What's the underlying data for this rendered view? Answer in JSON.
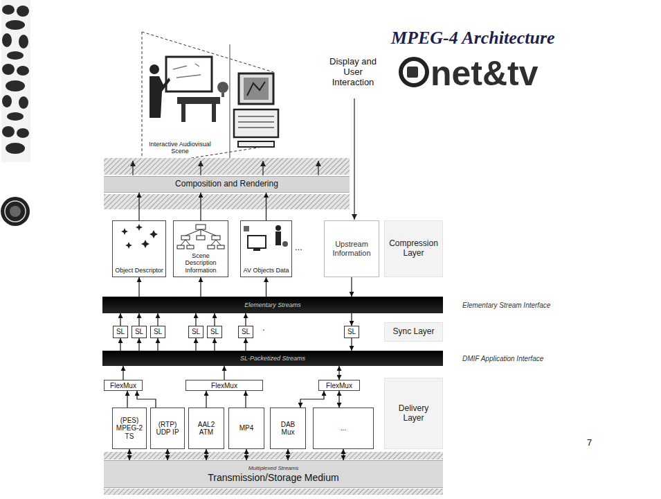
{
  "diagram": {
    "title": "MPEG-4 Architecture",
    "nodes": [
      {
        "text": [
          "Composition and Rendering"
        ]
      },
      {
        "text": [
          "Object Descriptor"
        ]
      },
      {
        "text": [
          "Scene Description Information"
        ]
      },
      {
        "text": [
          "AV Objects Data"
        ]
      },
      {
        "text": [
          "Upstream Information"
        ]
      },
      {
        "text": [
          "Compression Layer"
        ]
      },
      {
        "text": [
          "Elementary Streams"
        ]
      },
      {
        "text": [
          "SL"
        ]
      },
      {
        "text": [
          "SL"
        ]
      },
      {
        "text": [
          "SL"
        ]
      },
      {
        "text": [
          "SL"
        ]
      },
      {
        "text": [
          "SL"
        ]
      },
      {
        "text": [
          "SL"
        ]
      },
      {
        "text": [
          "SL"
        ]
      },
      {
        "text": [
          "Sync Layer"
        ]
      },
      {
        "text": [
          "SL-Packetized Streams"
        ]
      },
      {
        "text": [
          "FlexMux"
        ]
      },
      {
        "text": [
          "FlexMux"
        ]
      },
      {
        "text": [
          "FlexMux"
        ]
      },
      {
        "text": [
          "Delivery Layer"
        ]
      },
      {
        "text": [
          "(PES) MPEG-2 TS"
        ]
      },
      {
        "text": [
          "(RTP) UDP IP"
        ]
      },
      {
        "text": [
          "AAL2 ATM"
        ]
      },
      {
        "text": [
          "MP4"
        ]
      },
      {
        "text": [
          "DAB Mux"
        ]
      },
      {
        "text": [
          "..."
        ]
      },
      {
        "text": [
          "Multiplexed Streams",
          "Transmission/Storage Medium"
        ]
      }
    ],
    "edges": [
      {
        "from": 1,
        "to": 0,
        "arrow": "to"
      },
      {
        "from": 2,
        "to": 0,
        "arrow": "to"
      },
      {
        "from": 3,
        "to": 0,
        "arrow": "to"
      },
      {
        "from": 6,
        "to": 1,
        "arrow": "to"
      },
      {
        "from": 6,
        "to": 2,
        "arrow": "to"
      },
      {
        "from": 6,
        "to": 3,
        "arrow": "to"
      },
      {
        "from": 4,
        "to": 6,
        "arrow": "to"
      },
      {
        "from": 7,
        "to": 6,
        "arrow": "to"
      },
      {
        "from": 8,
        "to": 6,
        "arrow": "to"
      },
      {
        "from": 9,
        "to": 6,
        "arrow": "to"
      },
      {
        "from": 10,
        "to": 6,
        "arrow": "to"
      },
      {
        "from": 11,
        "to": 6,
        "arrow": "to"
      },
      {
        "from": 12,
        "to": 6,
        "arrow": "to"
      },
      {
        "from": 6,
        "to": 13,
        "arrow": "to"
      },
      {
        "from": 15,
        "to": 7,
        "arrow": "to"
      },
      {
        "from": 15,
        "to": 8,
        "arrow": "to"
      },
      {
        "from": 15,
        "to": 9,
        "arrow": "to"
      },
      {
        "from": 15,
        "to": 10,
        "arrow": "to"
      },
      {
        "from": 15,
        "to": 11,
        "arrow": "to"
      },
      {
        "from": 15,
        "to": 12,
        "arrow": "to"
      },
      {
        "from": 13,
        "to": 15,
        "arrow": "to"
      },
      {
        "from": 16,
        "to": 15,
        "arrow": "to"
      },
      {
        "from": 17,
        "to": 15,
        "arrow": "to"
      },
      {
        "from": 18,
        "to": 15,
        "arrow": "both"
      },
      {
        "from": 20,
        "to": 16,
        "arrow": "to"
      },
      {
        "from": 21,
        "to": 16,
        "arrow": "to"
      },
      {
        "from": 22,
        "to": 17,
        "arrow": "to"
      },
      {
        "from": 23,
        "to": 17,
        "arrow": "to"
      },
      {
        "from": 24,
        "to": 18,
        "arrow": "both"
      },
      {
        "from": 25,
        "to": 18,
        "arrow": "both"
      },
      {
        "from": 26,
        "to": 20,
        "arrow": "both"
      },
      {
        "from": 26,
        "to": 21,
        "arrow": "both"
      },
      {
        "from": 26,
        "to": 22,
        "arrow": "both"
      },
      {
        "from": 26,
        "to": 23,
        "arrow": "both"
      },
      {
        "from": 26,
        "to": 24,
        "arrow": "both"
      },
      {
        "from": 26,
        "to": 25,
        "arrow": "both"
      }
    ],
    "labels": [
      "net&tv",
      "Display and User Interaction",
      "Interactive Audiovisual Scene",
      "...",
      ".",
      "Elementary Stream Interface",
      "DMIF Application Interface",
      "7"
    ]
  }
}
